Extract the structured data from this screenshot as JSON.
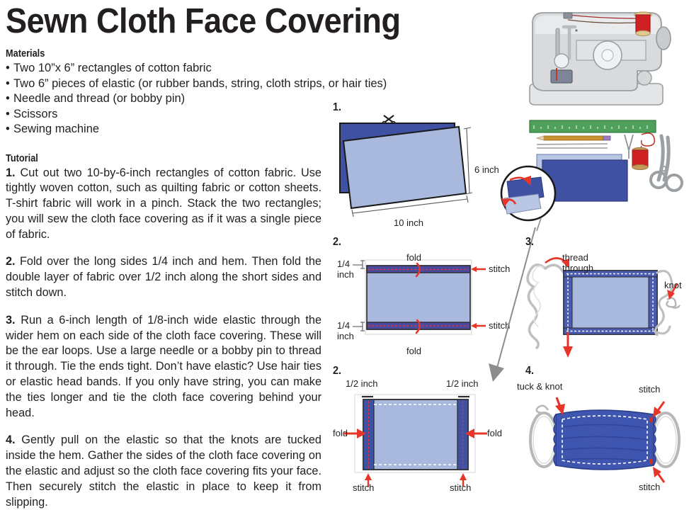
{
  "page": {
    "title": "Sewn Cloth Face Covering",
    "background_color": "#ffffff",
    "text_color": "#231f20"
  },
  "colors": {
    "fabric_dark_blue": "#3f51a3",
    "fabric_light_blue": "#a9b9dd",
    "hem_purple": "#4a4a9e",
    "mask_blue": "#3f56b0",
    "accent_red": "#e8352a",
    "gray_arrow": "#8d8d8d",
    "elastic_gray": "#c9c9c9",
    "machine_gray": "#d8dadb",
    "ruler_green": "#4fa05a",
    "spool_red": "#cf2026"
  },
  "materials": {
    "heading": "Materials",
    "items": [
      "Two 10”x 6” rectangles of cotton fabric",
      "Two 6” pieces of elastic (or rubber bands, string, cloth strips, or hair ties)",
      "Needle and thread (or bobby pin)",
      "Scissors",
      "Sewing machine"
    ]
  },
  "tutorial": {
    "heading": "Tutorial",
    "steps": [
      {
        "number": "1.",
        "text": "Cut out two 10-by-6-inch rectangles of cotton fabric. Use tightly woven cotton, such as quilting fabric or cotton sheets. T-shirt fabric will work in a pinch. Stack the two rectangles; you will sew the cloth face covering as if it was a single piece of fabric."
      },
      {
        "number": "2.",
        "text": "Fold over the long sides 1/4 inch and hem. Then fold the double layer of fabric over 1/2 inch along the short sides and stitch down."
      },
      {
        "number": "3.",
        "text": "Run a 6-inch length of 1/8-inch wide elastic through the wider hem on each side of the cloth face covering. These will be the ear loops. Use a large needle or a bobby pin to thread it through. Tie the ends tight. Don’t have elastic? Use hair ties or elastic head bands. If you only have string, you can make the ties longer and tie the cloth face covering behind your head."
      },
      {
        "number": "4.",
        "text": "Gently pull on the elastic so that the knots are tucked inside the hem. Gather the sides of the cloth face covering on the elastic and adjust so the cloth face covering fits your face. Then securely stitch the elastic in place to keep it from slipping."
      }
    ]
  },
  "diagrams": {
    "step1": {
      "number": "1.",
      "labels": {
        "height": "6 inch",
        "width": "10 inch"
      },
      "icons": [
        "scissors-icon"
      ]
    },
    "step2_hem": {
      "number": "2.",
      "labels": {
        "top_fold": "fold",
        "bottom_fold": "fold",
        "top_left_measure": "1/4\ninch",
        "top_left_measure_line1": "1/4",
        "top_left_measure_line2": "inch",
        "bottom_left_measure_line1": "1/4",
        "bottom_left_measure_line2": "inch",
        "top_stitch": "stitch",
        "bottom_stitch": "stitch"
      }
    },
    "step2_sides": {
      "number": "2.",
      "labels": {
        "top_left_measure": "1/2 inch",
        "top_right_measure": "1/2 inch",
        "left_fold": "fold",
        "right_fold": "fold",
        "left_stitch": "stitch",
        "right_stitch": "stitch"
      }
    },
    "step3": {
      "number": "3.",
      "labels": {
        "thread_line1": "thread",
        "thread_line2": "through",
        "knot": "knot"
      }
    },
    "step4": {
      "number": "4.",
      "labels": {
        "tuck_knot": "tuck & knot",
        "top_stitch": "stitch",
        "bottom_stitch": "stitch"
      }
    }
  },
  "illustrations": {
    "sewing_machine": {
      "name": "sewing-machine-illustration",
      "parts": [
        "spool-of-thread",
        "needle",
        "presser-foot",
        "handwheel"
      ]
    },
    "supplies": {
      "name": "supplies-illustration",
      "parts": [
        "ruler",
        "pencil",
        "needles",
        "fabric-stack",
        "thread-spool",
        "scissors",
        "magnifier-detail"
      ]
    }
  }
}
